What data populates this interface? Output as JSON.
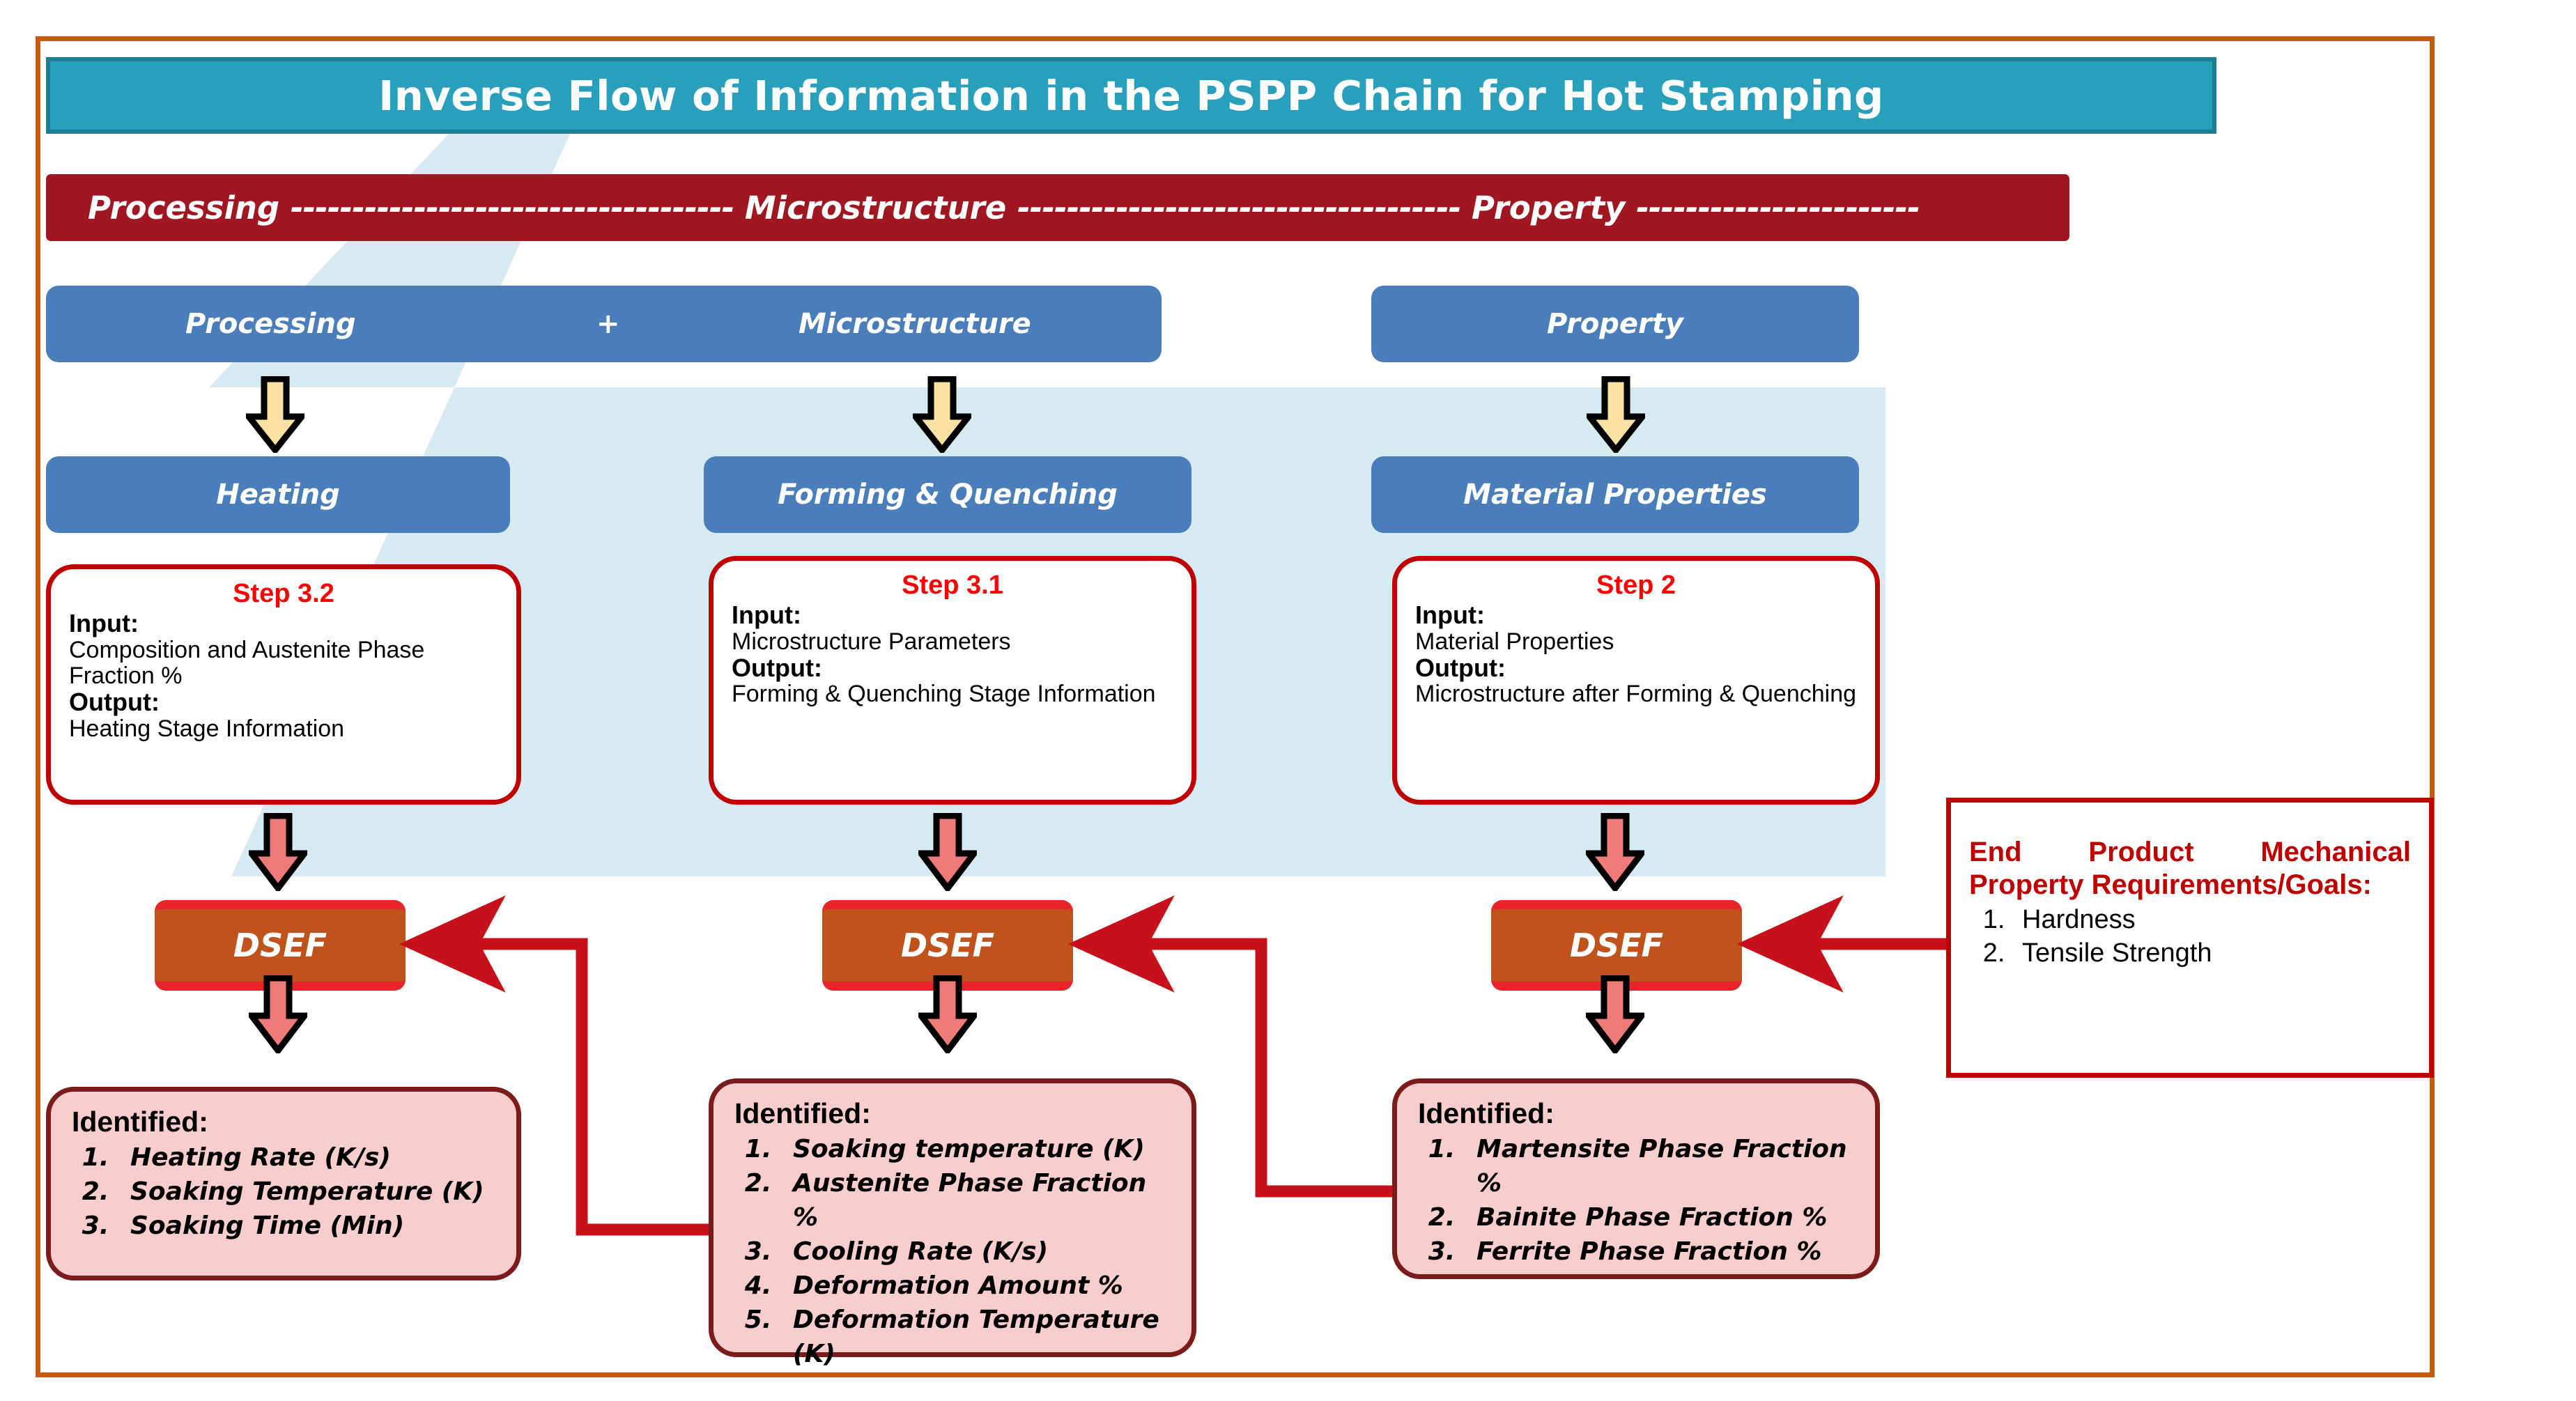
{
  "title": "Inverse Flow of Information in the PSPP Chain for Hot Stamping",
  "chain_banner": {
    "segments": [
      "Processing",
      "Microstructure",
      "Property"
    ],
    "dash": "------------------------------------",
    "trailing_dash": "-----------------------"
  },
  "top_row": {
    "processing": "Processing",
    "plus": "+",
    "microstructure": "Microstructure",
    "property": "Property"
  },
  "stage_row": {
    "heating": "Heating",
    "forming_quenching": "Forming & Quenching",
    "material_properties": "Material Properties"
  },
  "steps": [
    {
      "step_label": "Step 3.2",
      "input_label": "Input:",
      "input_value": "Composition and Austenite Phase Fraction %",
      "output_label": "Output:",
      "output_value": "Heating Stage Information"
    },
    {
      "step_label": "Step 3.1",
      "input_label": "Input:",
      "input_value": "Microstructure Parameters",
      "output_label": "Output:",
      "output_value": "Forming & Quenching Stage Information"
    },
    {
      "step_label": "Step 2",
      "input_label": "Input:",
      "input_value": "Material Properties",
      "output_label": "Output:",
      "output_value": "Microstructure after Forming & Quenching"
    }
  ],
  "dsef": {
    "label": "DSEF"
  },
  "identified": [
    {
      "heading": "Identified:",
      "items": [
        "Heating Rate (K/s)",
        "Soaking Temperature (K)",
        "Soaking Time (Min)"
      ]
    },
    {
      "heading": "Identified:",
      "items": [
        "Soaking temperature (K)",
        "Austenite Phase Fraction %",
        "Cooling Rate (K/s)",
        "Deformation Amount %",
        "Deformation Temperature (K)"
      ]
    },
    {
      "heading": "Identified:",
      "items": [
        "Martensite Phase Fraction %",
        "Bainite Phase Fraction %",
        "Ferrite Phase Fraction %"
      ]
    }
  ],
  "goal_card": {
    "heading": "End Product Mechanical Property Requirements/Goals:",
    "items": [
      "Hardness",
      "Tensile Strength"
    ]
  },
  "colors": {
    "frame_orange": "#C55A11",
    "title_teal": "#28A0BC",
    "title_teal_border": "#1C7E93",
    "banner_red": "#A01721",
    "box_blue": "#4A7EBB",
    "step_red": "#C00000",
    "step_title_red": "#FF0000",
    "dsef_brown": "#C0531B",
    "dsef_red": "#E8252B",
    "identified_pink": "#F8CDCD",
    "identified_border": "#7B1B1B",
    "arrow_yellow": "#FBE2A4",
    "arrow_salmon": "#EE7A7A",
    "deco_blue": "#D6EAF2",
    "connector_red": "#C8101A"
  }
}
